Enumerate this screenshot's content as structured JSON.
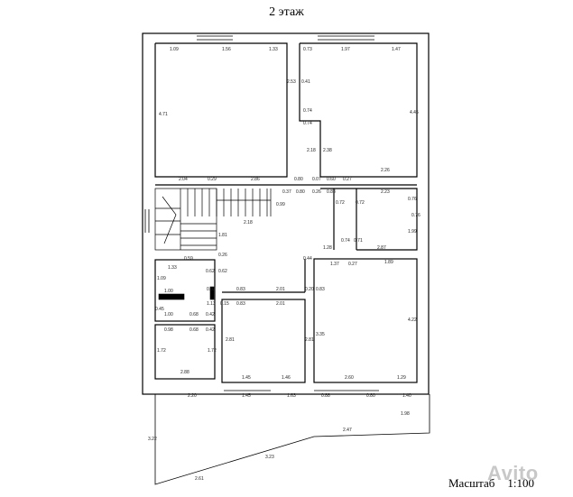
{
  "title": "2 этаж",
  "scale": {
    "label": "Масштаб",
    "value": "1:100"
  },
  "watermark": "Avito",
  "dimensions": [
    "1.09",
    "1.56",
    "1.33",
    "0.73",
    "1.97",
    "1.47",
    "4.71",
    "2.53",
    "0.41",
    "0.74",
    "0.74",
    "4.45",
    "2.18",
    "2.38",
    "2.26",
    "2.04",
    "0.29",
    "2.86",
    "0.80",
    "0.07",
    "0.60",
    "0.27",
    "0.37",
    "0.80",
    "0.26",
    "0.83",
    "2.23",
    "0.99",
    "0.72",
    "0.72",
    "0.76",
    "0.76",
    "2.18",
    "1.81",
    "0.74",
    "0.71",
    "1.99",
    "1.28",
    "2.87",
    "0.44",
    "1.37",
    "0.27",
    "1.89",
    "0.59",
    "0.26",
    "1.33",
    "0.62",
    "0.62",
    "1.09",
    "1.00",
    "0.83",
    "2.01",
    "0.20",
    "0.83",
    "0.33",
    "1.13",
    "1.00",
    "0.68",
    "0.42",
    "0.15",
    "0.83",
    "2.01",
    "0.45",
    "0.98",
    "0.68",
    "0.42",
    "1.72",
    "1.72",
    "2.81",
    "2.81",
    "3.35",
    "4.22",
    "2.88",
    "1.45",
    "1.46",
    "2.60",
    "1.29",
    "2.20",
    "1.45",
    "1.63",
    "0.88",
    "0.80",
    "1.40",
    "3.22",
    "2.47",
    "1.98",
    "3.23",
    "2.61"
  ]
}
